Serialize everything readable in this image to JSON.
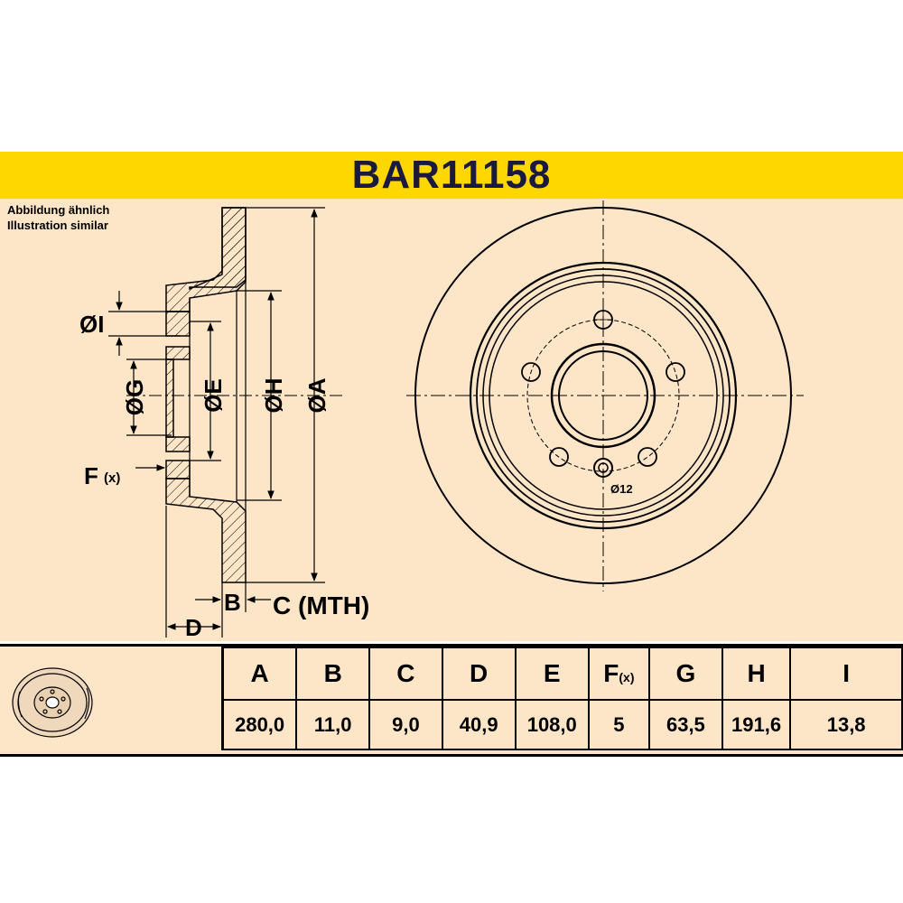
{
  "title": "BAR11158",
  "caption": {
    "line1": "Abbildung ähnlich",
    "line2": "Illustration similar"
  },
  "labels": {
    "dia_i": "ØI",
    "dia_g": "ØG",
    "dia_e": "ØE",
    "dia_h": "ØH",
    "dia_a": "ØA",
    "f": "F",
    "f_sub": "(x)",
    "b": "B",
    "c": "C (MTH)",
    "d": "D",
    "hole": "Ø12"
  },
  "table": {
    "headers": [
      {
        "main": "A",
        "sub": ""
      },
      {
        "main": "B",
        "sub": ""
      },
      {
        "main": "C",
        "sub": ""
      },
      {
        "main": "D",
        "sub": ""
      },
      {
        "main": "E",
        "sub": ""
      },
      {
        "main": "F",
        "sub": "(x)"
      },
      {
        "main": "G",
        "sub": ""
      },
      {
        "main": "H",
        "sub": ""
      },
      {
        "main": "I",
        "sub": ""
      }
    ],
    "values": [
      "280,0",
      "11,0",
      "9,0",
      "40,9",
      "108,0",
      "5",
      "63,5",
      "191,6",
      "13,8"
    ]
  },
  "colors": {
    "banner": "#ffd700",
    "background": "#fde5c8",
    "title": "#1a1a40"
  }
}
